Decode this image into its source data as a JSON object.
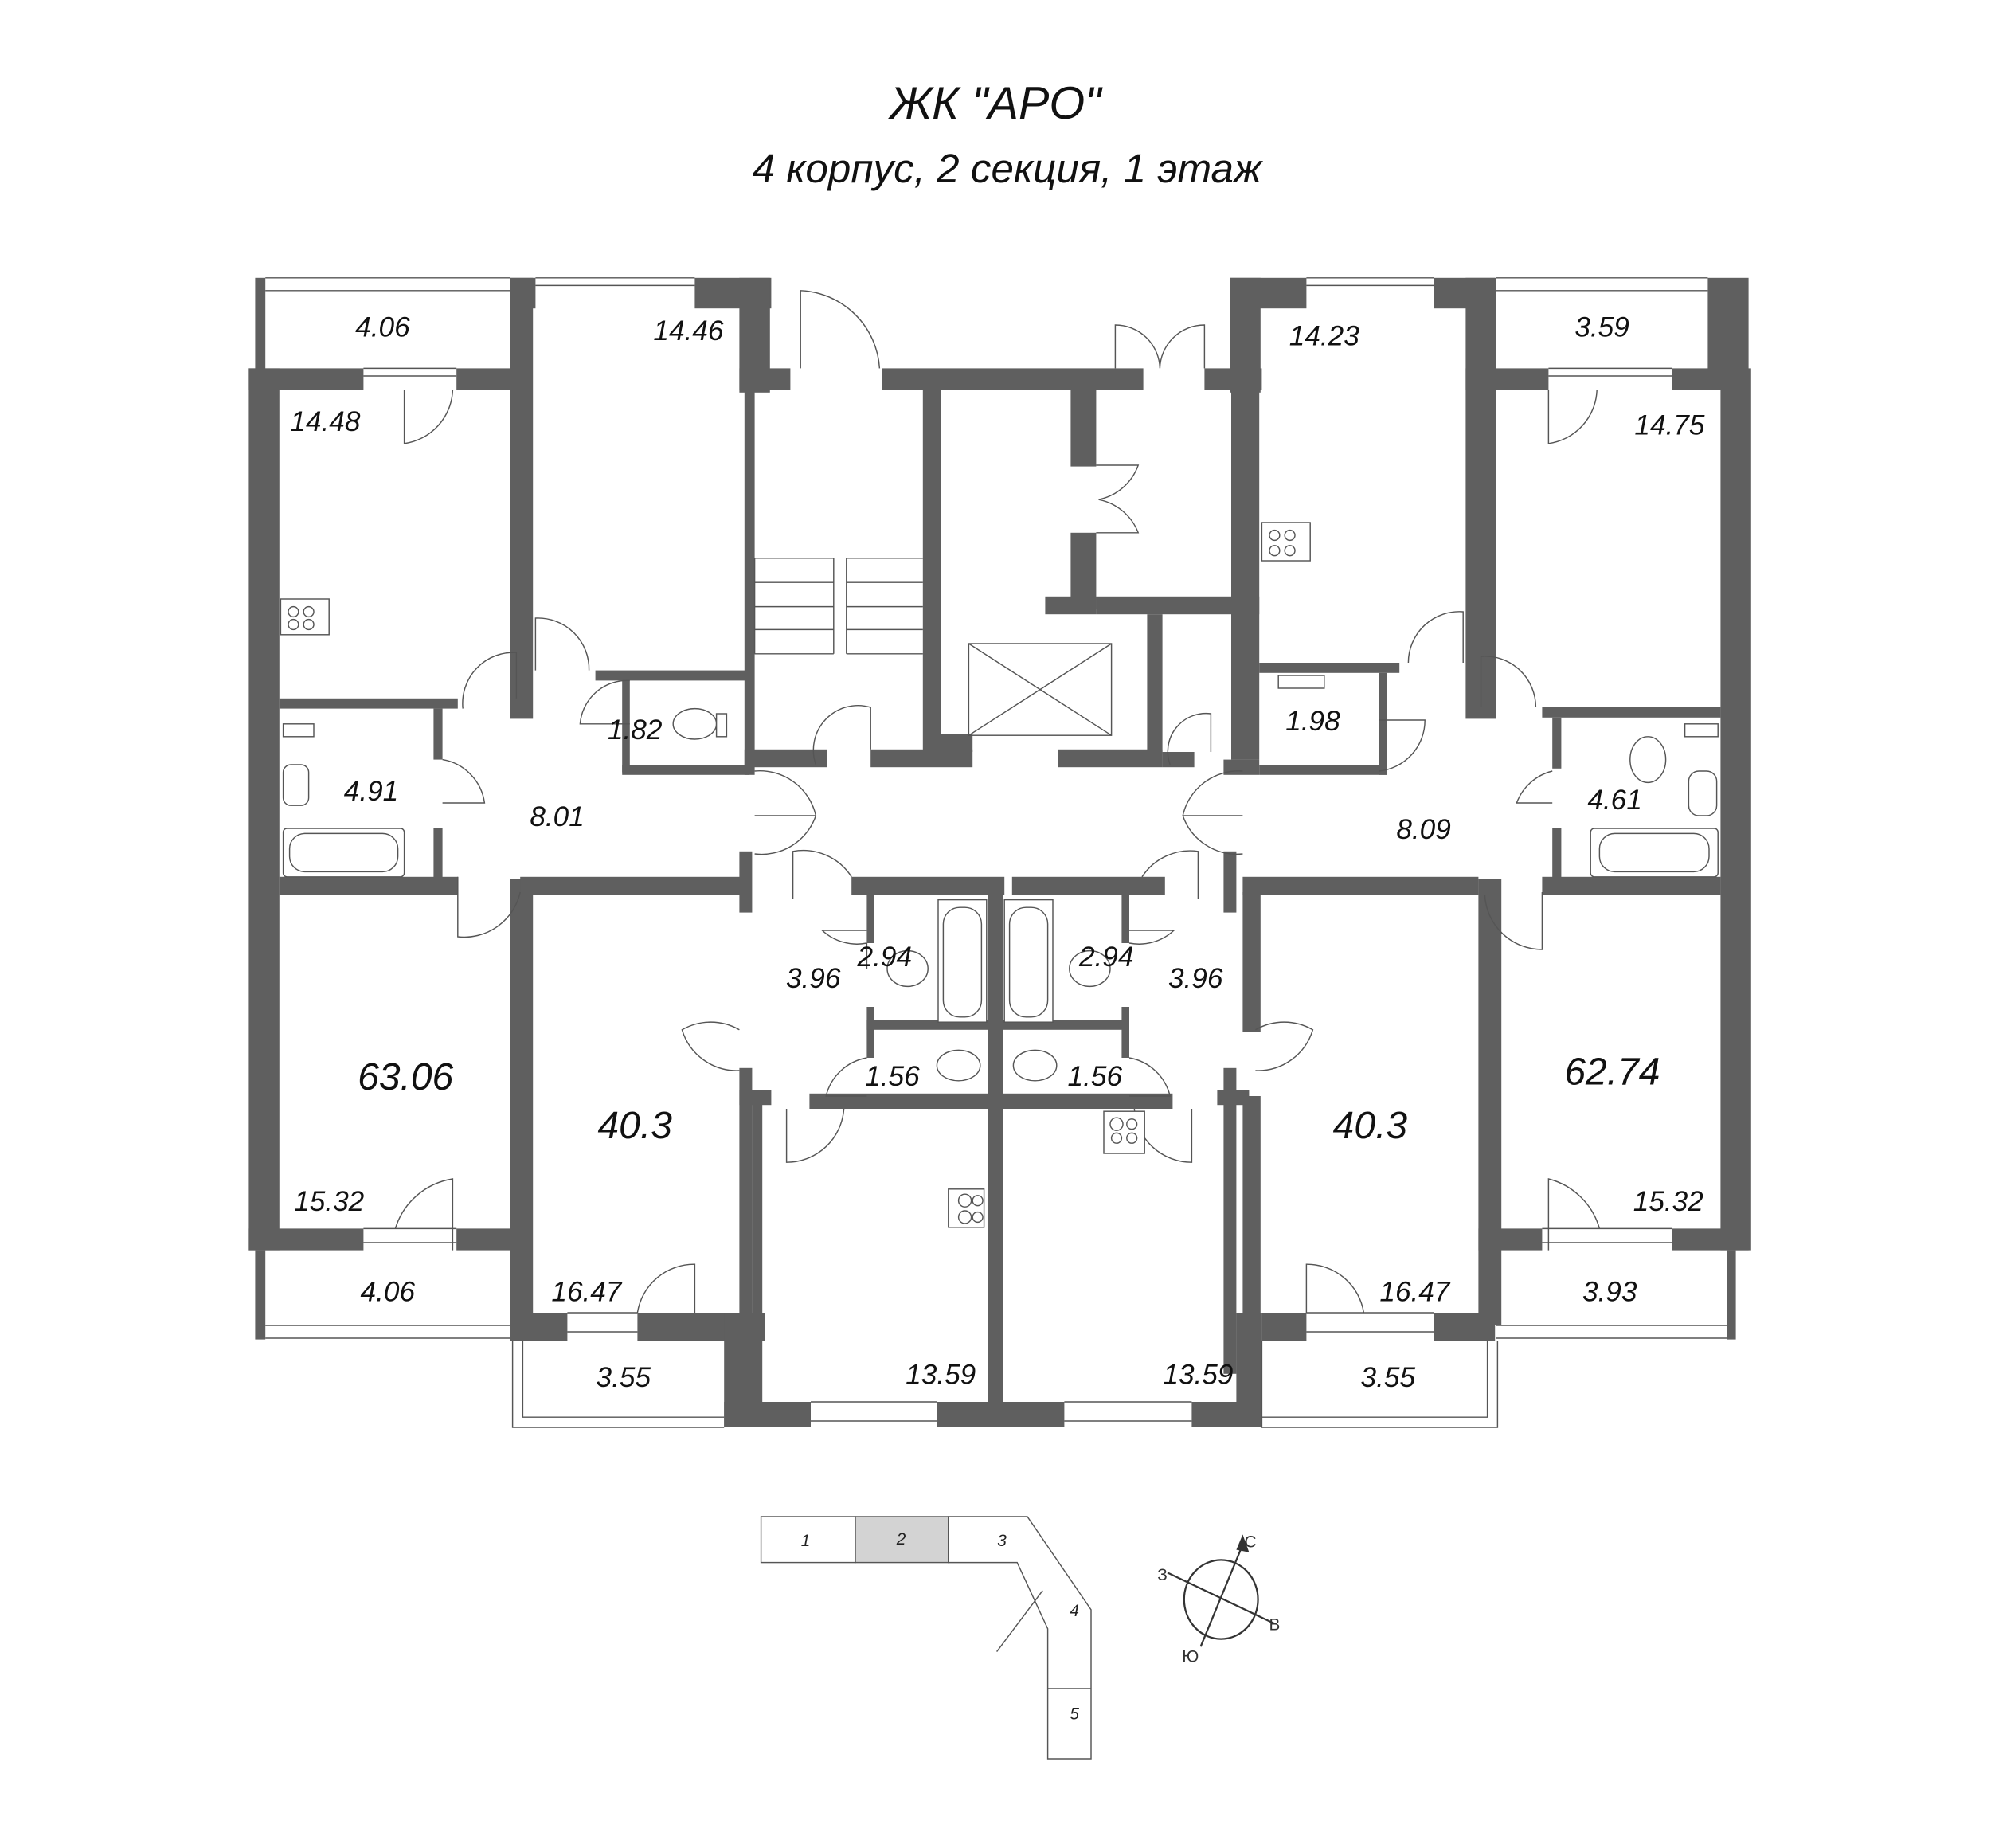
{
  "header": {
    "title": "ЖК \"АРО\"",
    "subtitle": "4 корпус, 2 секция, 1 этаж"
  },
  "apartments": [
    {
      "id": "apt-left",
      "total_area": "63.06",
      "rooms": [
        {
          "type": "balcony-top",
          "area": "4.06"
        },
        {
          "type": "kitchen",
          "area": "14.48"
        },
        {
          "type": "bathroom",
          "area": "4.91"
        },
        {
          "type": "hall",
          "area": "8.01"
        },
        {
          "type": "room",
          "area": "15.32"
        },
        {
          "type": "balcony-bottom",
          "area": "4.06"
        },
        {
          "type": "room-top",
          "area": "14.46"
        },
        {
          "type": "wc",
          "area": "1.82"
        }
      ]
    },
    {
      "id": "apt-center-left",
      "total_area": "40.3",
      "rooms": [
        {
          "type": "hall",
          "area": "3.96"
        },
        {
          "type": "bathroom",
          "area": "2.94"
        },
        {
          "type": "wc",
          "area": "1.56"
        },
        {
          "type": "room",
          "area": "16.47"
        },
        {
          "type": "balcony",
          "area": "3.55"
        },
        {
          "type": "kitchen",
          "area": "13.59"
        }
      ]
    },
    {
      "id": "apt-center-right",
      "total_area": "40.3",
      "rooms": [
        {
          "type": "hall",
          "area": "3.96"
        },
        {
          "type": "bathroom",
          "area": "2.94"
        },
        {
          "type": "wc",
          "area": "1.56"
        },
        {
          "type": "room",
          "area": "16.47"
        },
        {
          "type": "balcony",
          "area": "3.55"
        },
        {
          "type": "kitchen",
          "area": "13.59"
        }
      ]
    },
    {
      "id": "apt-right",
      "total_area": "62.74",
      "rooms": [
        {
          "type": "kitchen",
          "area": "14.23"
        },
        {
          "type": "balcony-top",
          "area": "3.59"
        },
        {
          "type": "room-top",
          "area": "14.75"
        },
        {
          "type": "wc",
          "area": "1.98"
        },
        {
          "type": "hall",
          "area": "8.09"
        },
        {
          "type": "bathroom",
          "area": "4.61"
        },
        {
          "type": "room",
          "area": "15.32"
        },
        {
          "type": "balcony-bottom",
          "area": "3.93"
        }
      ]
    }
  ],
  "key_plan": {
    "sections": [
      "1",
      "2",
      "3",
      "4",
      "5"
    ],
    "highlighted": "2",
    "highlight_color": "#d3d3d3"
  },
  "compass": {
    "north": "С",
    "east": "В",
    "south": "Ю",
    "west": "З"
  },
  "colors": {
    "wall": "#5f5f5f",
    "line": "#555555",
    "text": "#111111"
  }
}
